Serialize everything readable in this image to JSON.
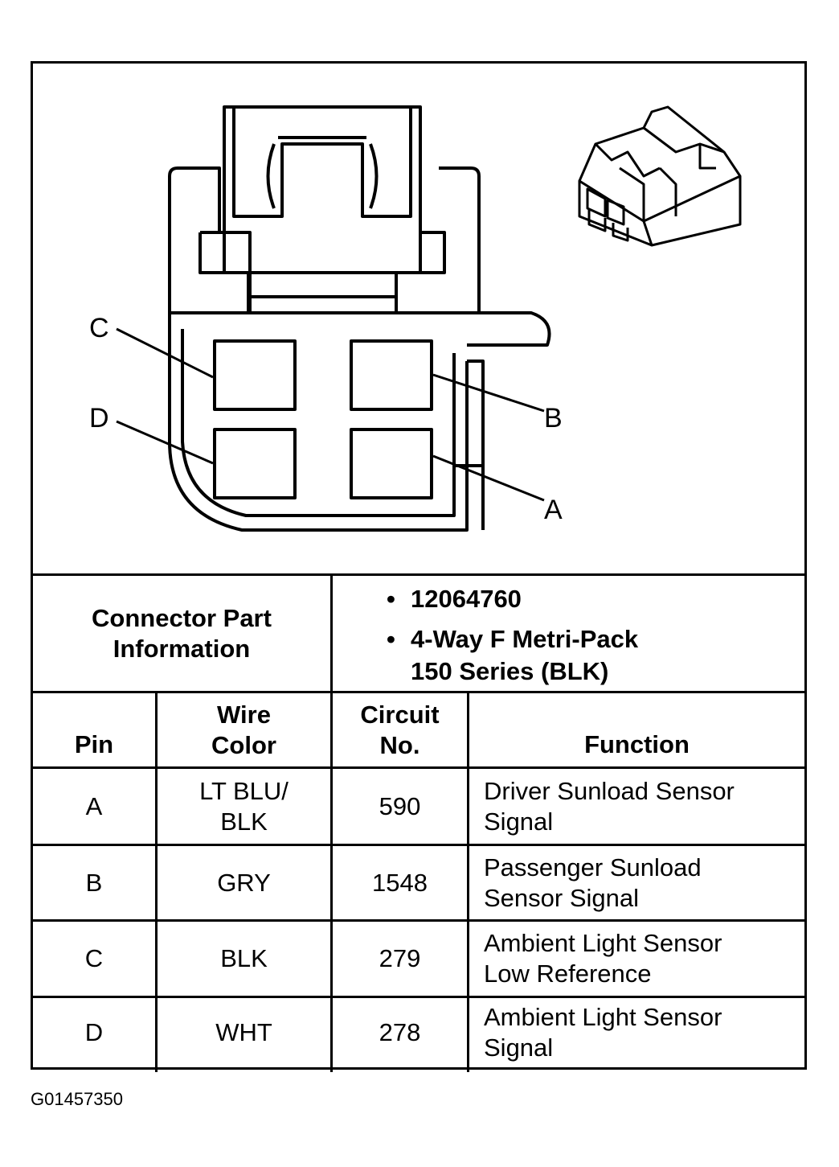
{
  "diagram": {
    "pin_labels": [
      "C",
      "D",
      "B",
      "A"
    ]
  },
  "part_info": {
    "label": "Connector Part Information",
    "label_line1": "Connector Part",
    "label_line2": "Information",
    "part_number": "12064760",
    "description_line1": "4-Way F Metri-Pack",
    "description_line2": "150 Series (BLK)"
  },
  "table": {
    "headers": {
      "pin": "Pin",
      "wire_color_line1": "Wire",
      "wire_color_line2": "Color",
      "circuit_line1": "Circuit",
      "circuit_line2": "No.",
      "function": "Function"
    },
    "rows": [
      {
        "pin": "A",
        "wire_line1": "LT BLU/",
        "wire_line2": "BLK",
        "circuit": "590",
        "function_line1": "Driver Sunload Sensor",
        "function_line2": "Signal"
      },
      {
        "pin": "B",
        "wire_line1": "GRY",
        "wire_line2": "",
        "circuit": "1548",
        "function_line1": "Passenger Sunload",
        "function_line2": "Sensor Signal"
      },
      {
        "pin": "C",
        "wire_line1": "BLK",
        "wire_line2": "",
        "circuit": "279",
        "function_line1": "Ambient Light Sensor",
        "function_line2": "Low Reference"
      },
      {
        "pin": "D",
        "wire_line1": "WHT",
        "wire_line2": "",
        "circuit": "278",
        "function_line1": "Ambient Light Sensor",
        "function_line2": "Signal"
      }
    ]
  },
  "figure_code": "G01457350"
}
